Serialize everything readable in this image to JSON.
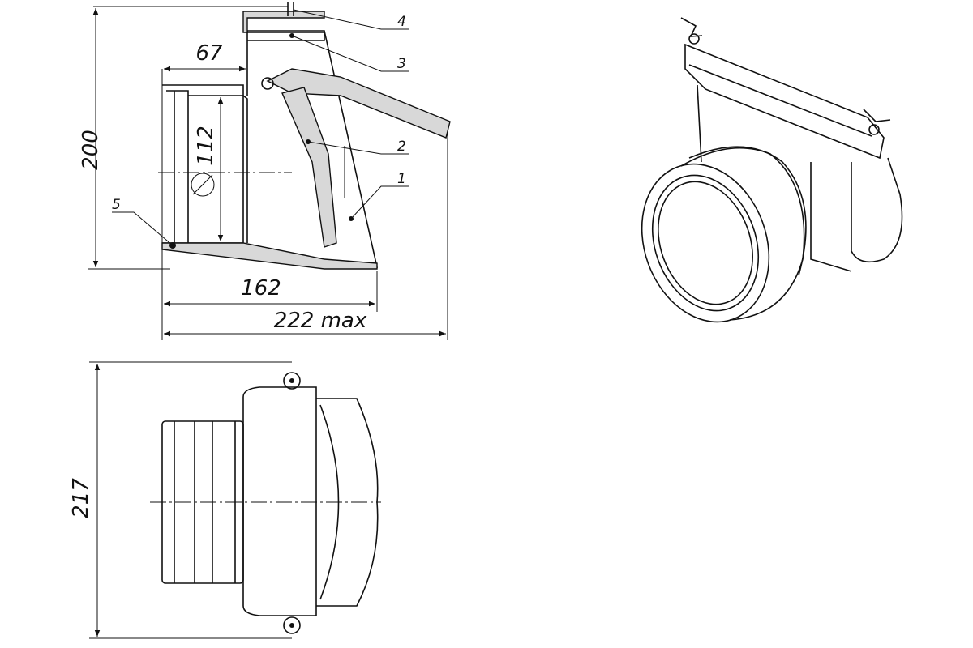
{
  "drawing": {
    "dimensions": {
      "height_total": "200",
      "socket_offset": "67",
      "diameter": "112",
      "length": "162",
      "length_max": "222 max",
      "width": "217"
    },
    "diameter_symbol": "⌀",
    "callouts": [
      "1",
      "2",
      "3",
      "4",
      "5"
    ]
  }
}
